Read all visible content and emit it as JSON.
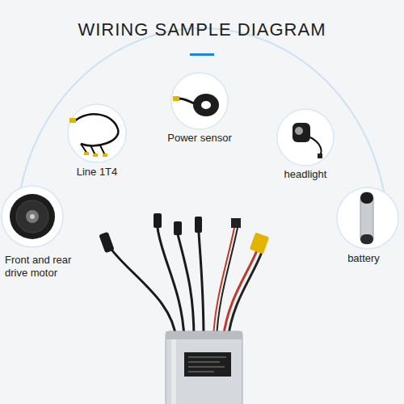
{
  "diagram": {
    "title": "WIRING SAMPLE DIAGRAM",
    "nodes": [
      {
        "text": [
          "Front and rear drive motor"
        ]
      },
      {
        "text": [
          "Line 1T4"
        ]
      },
      {
        "text": [
          "Power sensor"
        ]
      },
      {
        "text": [
          "headlight"
        ]
      },
      {
        "text": [
          "battery"
        ]
      }
    ]
  }
}
